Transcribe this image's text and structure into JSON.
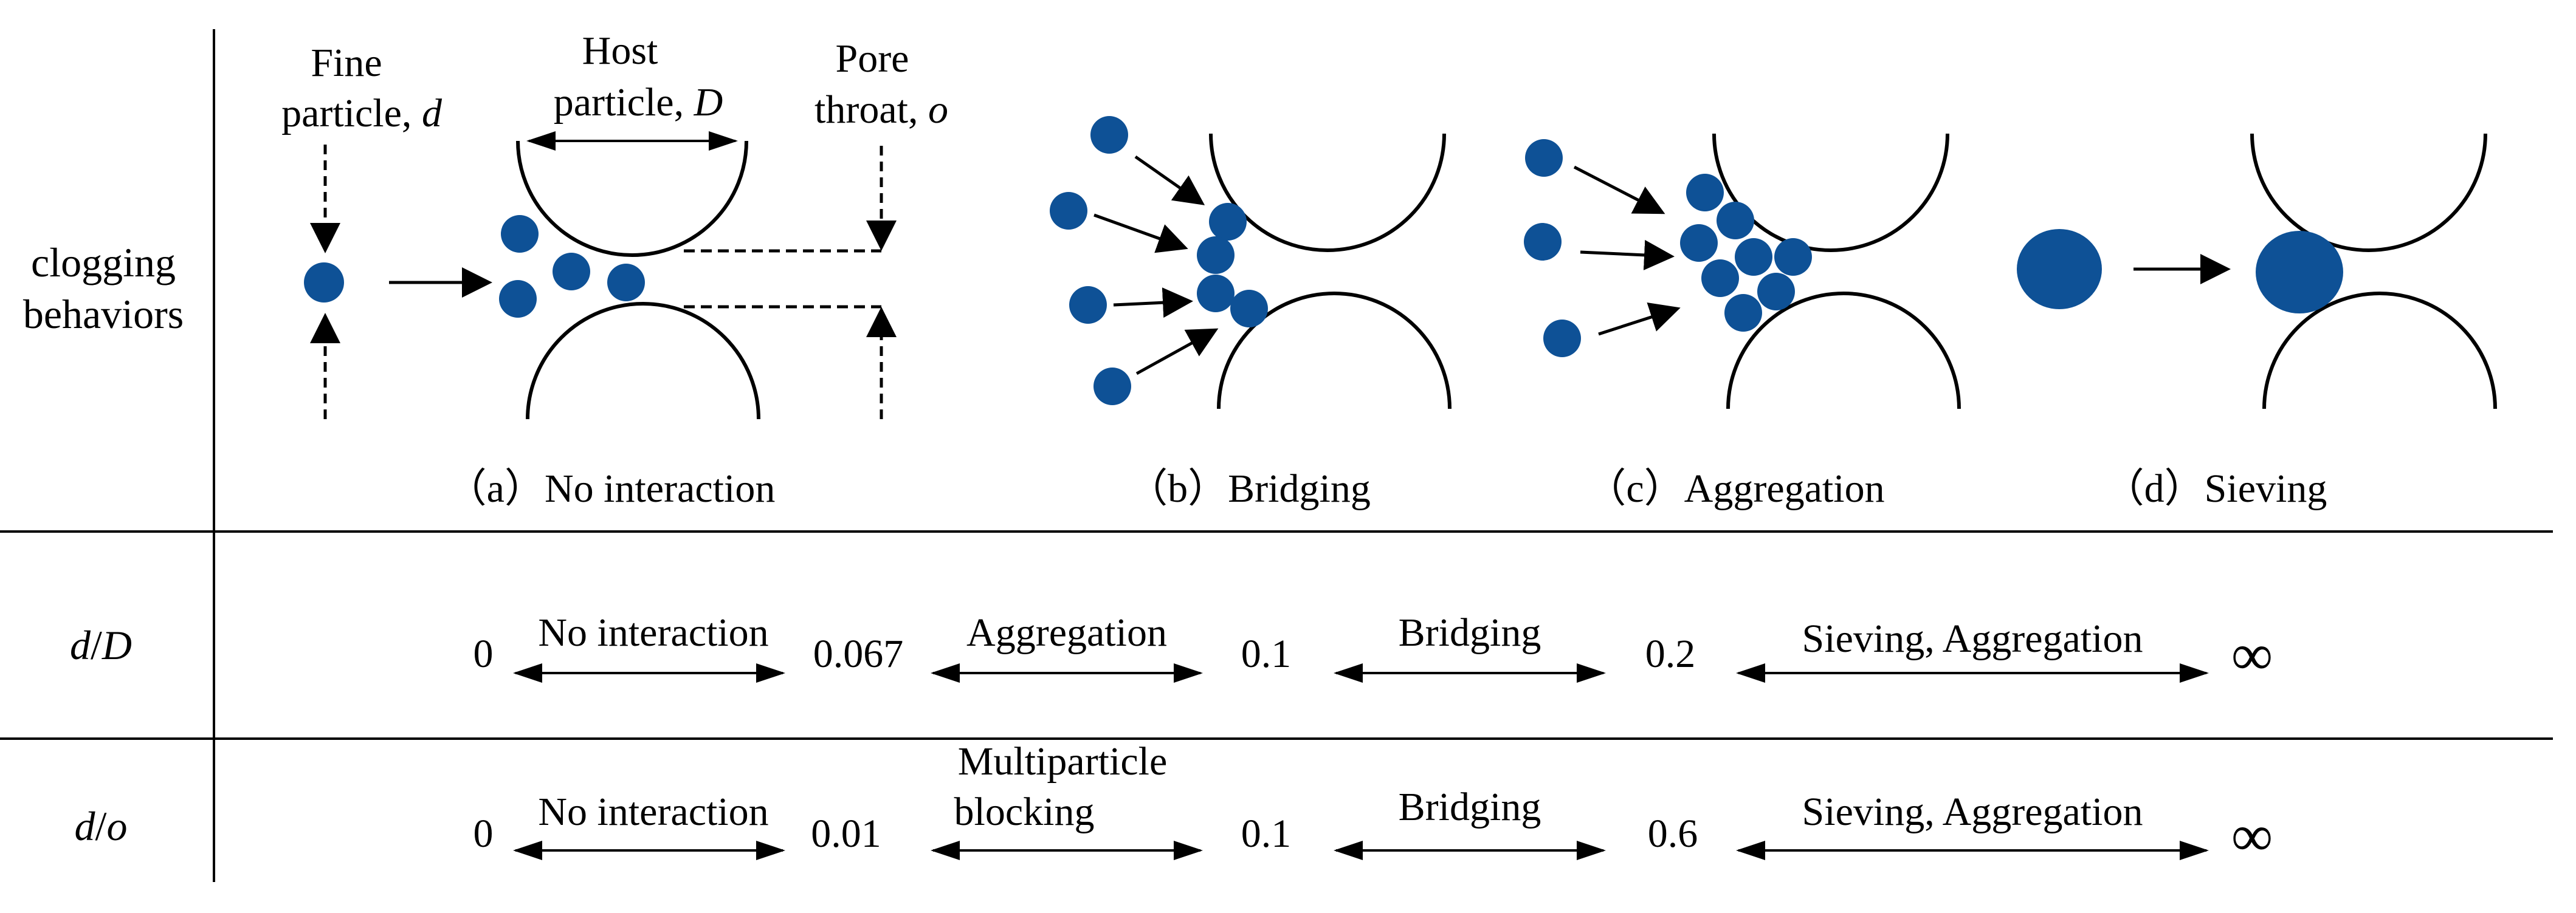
{
  "colors": {
    "particle": "#0e5196",
    "line": "#000000",
    "background": "#ffffff"
  },
  "rows": {
    "behaviors_label": [
      "clogging",
      "behaviors"
    ],
    "dD": {
      "label_a": "d",
      "label_b": "/",
      "label_c": "D"
    },
    "do": {
      "label_a": "d",
      "label_b": "/",
      "label_c": "o"
    }
  },
  "panel_a": {
    "fine_label": [
      "Fine",
      "particle, "
    ],
    "fine_symbol": "d",
    "host_label": [
      "Host",
      "particle, "
    ],
    "host_symbol": "D",
    "pore_label": [
      "Pore",
      "throat, "
    ],
    "pore_symbol": "o",
    "caption": "（a）No interaction"
  },
  "panel_b": {
    "caption": "（b）Bridging"
  },
  "panel_c": {
    "caption": "（c）Aggregation"
  },
  "panel_d": {
    "caption": "（d）Sieving"
  },
  "scale_dD": {
    "ticks": [
      "0",
      "0.067",
      "0.1",
      "0.2",
      "∞"
    ],
    "ranges": [
      [
        "No interaction"
      ],
      [
        "Aggregation"
      ],
      [
        "Bridging"
      ],
      [
        "Sieving, Aggregation"
      ]
    ]
  },
  "scale_do": {
    "ticks": [
      "0",
      "0.01",
      "0.1",
      "0.6",
      "∞"
    ],
    "ranges": [
      [
        "No interaction"
      ],
      [
        "Multiparticle",
        "blocking"
      ],
      [
        "Bridging"
      ],
      [
        "Sieving, Aggregation"
      ]
    ]
  }
}
